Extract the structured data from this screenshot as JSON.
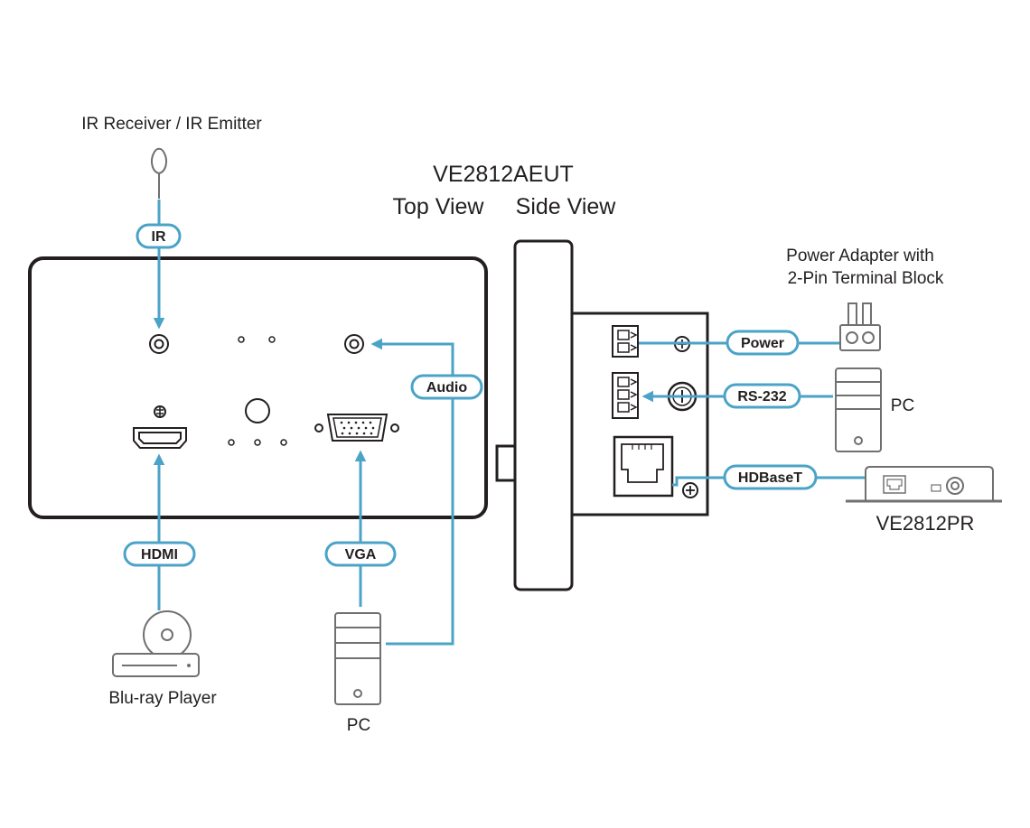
{
  "title": "VE2812AEUT",
  "views": {
    "top": "Top View",
    "side": "Side View"
  },
  "devices": {
    "ir": "IR Receiver / IR Emitter",
    "bluray": "Blu-ray Player",
    "pc_bottom": "PC",
    "power_adapter_line1": "Power Adapter with",
    "power_adapter_line2": "2-Pin Terminal Block",
    "pc_right": "PC",
    "receiver": "VE2812PR"
  },
  "connections": {
    "ir": "IR",
    "hdmi": "HDMI",
    "vga": "VGA",
    "audio": "Audio",
    "power": "Power",
    "rs232": "RS-232",
    "hdbaset": "HDBaseT"
  },
  "colors": {
    "cable": "#4ba3c7",
    "outline": "#231f20",
    "device_gray": "#707070"
  }
}
